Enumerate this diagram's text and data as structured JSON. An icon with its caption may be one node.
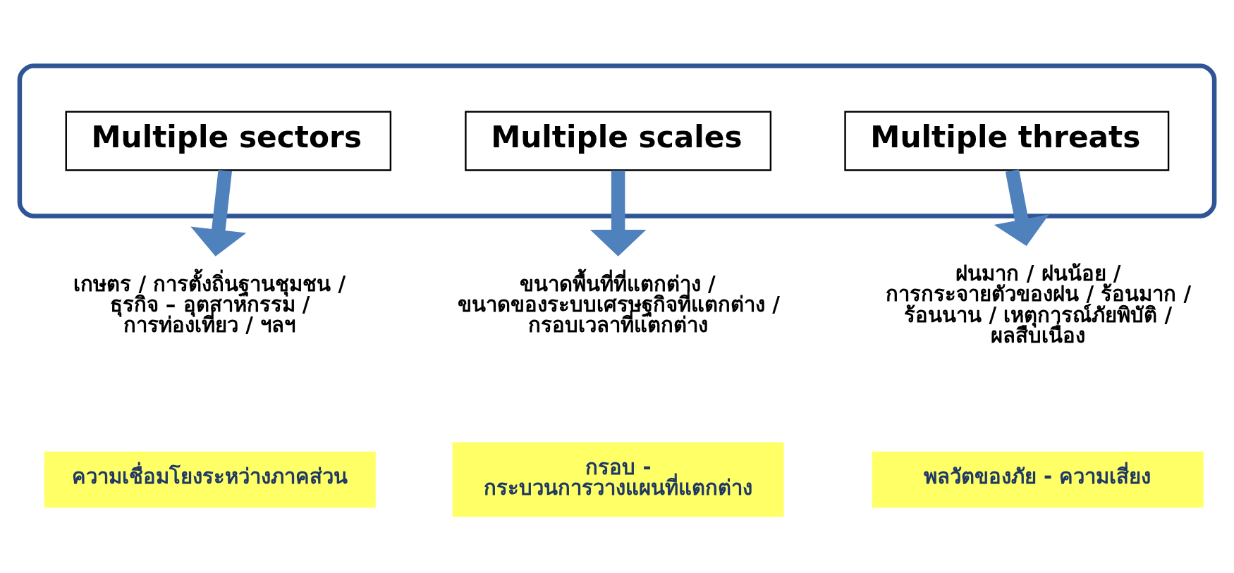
{
  "diagram": {
    "nodes": [
      {
        "text": [],
        "shape": "box"
      },
      {
        "text": [
          "Multiple sectors"
        ],
        "in": 0
      },
      {
        "text": [
          "Multiple scales"
        ],
        "in": 0
      },
      {
        "text": [
          "Multiple threats"
        ],
        "in": 0
      },
      {
        "text": [
          "เกษตร / การตั้งถิ่นฐานชุมชน / ธุรกิจ – อุตสาหกรรม / การท่องเที่ยว / ฯลฯ"
        ]
      },
      {
        "text": [
          "ขนาดพื้นที่ที่แตกต่าง / ขนาดของระบบเศรษฐกิจที่แตกต่าง / กรอบเวลาที่แตกต่าง"
        ]
      },
      {
        "text": [
          "ฝนมาก / ฝนน้อย / การกระจายตัวของฝน / ร้อนมาก / ร้อนนาน / เหตุการณ์ภัยพิบัติ / ผลสืบเนื่อง"
        ]
      },
      {
        "text": [
          "ความเชื่อมโยงระหว่างภาคส่วน"
        ]
      },
      {
        "text": [
          "กรอบ - กระบวนการวางแผนที่แตกต่าง"
        ]
      },
      {
        "text": [
          "พลวัตของภัย - ความเสี่ยง"
        ]
      }
    ],
    "edges": [
      {
        "from": 1,
        "to": 4,
        "arrow": "to"
      },
      {
        "from": 2,
        "to": 5,
        "arrow": "to"
      },
      {
        "from": 3,
        "to": 6,
        "arrow": "to"
      }
    ]
  }
}
